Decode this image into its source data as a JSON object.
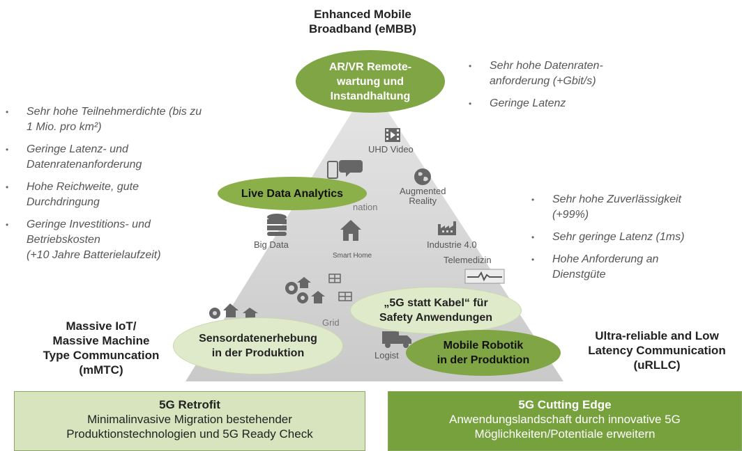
{
  "top_title": [
    "Enhanced Mobile",
    "Broadband (eMBB)"
  ],
  "left_title": [
    "Massive IoT/",
    "Massive Machine",
    "Type Communcation",
    "(mMTC)"
  ],
  "right_title": [
    "Ultra-reliable and Low",
    "Latency Communication",
    "(uRLLC)"
  ],
  "top_bullets": [
    [
      "Sehr hohe Datenraten-",
      "anforderung (+Gbit/s)"
    ],
    [
      "Geringe Latenz"
    ]
  ],
  "left_bullets": [
    [
      "Sehr hohe Teilnehmerdichte (bis zu",
      "1 Mio. pro km²)"
    ],
    [
      "Geringe Latenz- und",
      "Datenratenanforderung"
    ],
    [
      "Hohe Reichweite, gute",
      "Durchdringung"
    ],
    [
      "Geringe Investitions- und",
      "Betriebskosten",
      "(+10 Jahre Batterielaufzeit)"
    ]
  ],
  "right_bullets": [
    [
      "Sehr hohe Zuverlässigkeit",
      "(+99%)"
    ],
    [
      "Sehr geringe Latenz (1ms)"
    ],
    [
      "Hohe Anforderung an",
      "Dienstgüte"
    ]
  ],
  "icon_labels": {
    "uhd_video": "UHD Video",
    "augmented_reality": [
      "Augmented",
      "Reality"
    ],
    "big_data": "Big Data",
    "smart_home": "Smart Home",
    "industrie": "Industrie 4.0",
    "telemedizin": "Telemedizin",
    "nation_fragment": "nation",
    "grid_fragment": "Grid",
    "logistics_fragment": "Logist"
  },
  "icons": [
    "video-icon",
    "chat-phone-icon",
    "globe-icon",
    "database-icon",
    "house-icon",
    "factory-icon",
    "heartbeat-icon",
    "gauge-icon",
    "solar-panel-icon",
    "truck-icon"
  ],
  "use_cases": {
    "ar_vr": [
      "AR/VR Remote-",
      "wartung und",
      "Instandhaltung"
    ],
    "live_data": [
      "Live Data Analytics"
    ],
    "kabel": [
      "„5G statt Kabel“ für",
      "Safety Anwendungen"
    ],
    "sensor": [
      "Sensordatenerhebung",
      "in der Produktion"
    ],
    "robotik": [
      "Mobile Robotik",
      "in der Produktion"
    ]
  },
  "retrofit": {
    "title": "5G Retrofit",
    "lines": [
      "Minimalinvasive Migration bestehender",
      "Produktionstechnologien und 5G Ready Check"
    ]
  },
  "cutting_edge": {
    "title": "5G Cutting Edge",
    "lines": [
      "Anwendungslandschaft durch innovative 5G",
      "Möglichkeiten/Potentiale erweitern"
    ]
  },
  "colors": {
    "triangle": "#d6d6d6",
    "green_dark": "#7fa544",
    "green_mid": "#8bb04a",
    "green_light": "#dfeacb",
    "box_light": "#d7e4bd",
    "box_dark": "#76a13c"
  }
}
